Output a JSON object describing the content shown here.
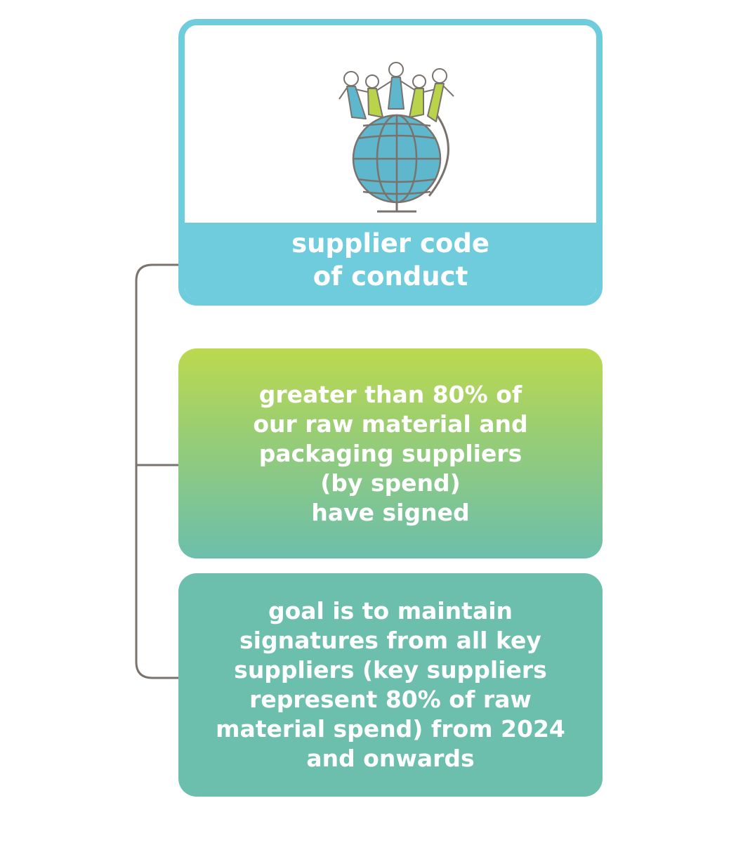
{
  "colors": {
    "top_accent": "#6fccdd",
    "green_start": "#bcd94e",
    "teal": "#6cbfac",
    "connector": "#7a726c"
  },
  "logo": {
    "icon": "people-around-globe-icon"
  },
  "top_card": {
    "title": "supplier code\nof conduct"
  },
  "middle_card": {
    "text": "greater than 80% of\nour raw material and\npackaging suppliers\n(by spend)\nhave signed"
  },
  "bottom_card": {
    "text": "goal is to maintain\nsignatures from all key\nsuppliers (key suppliers\nrepresent 80% of raw\nmaterial spend) from 2024\nand onwards"
  }
}
